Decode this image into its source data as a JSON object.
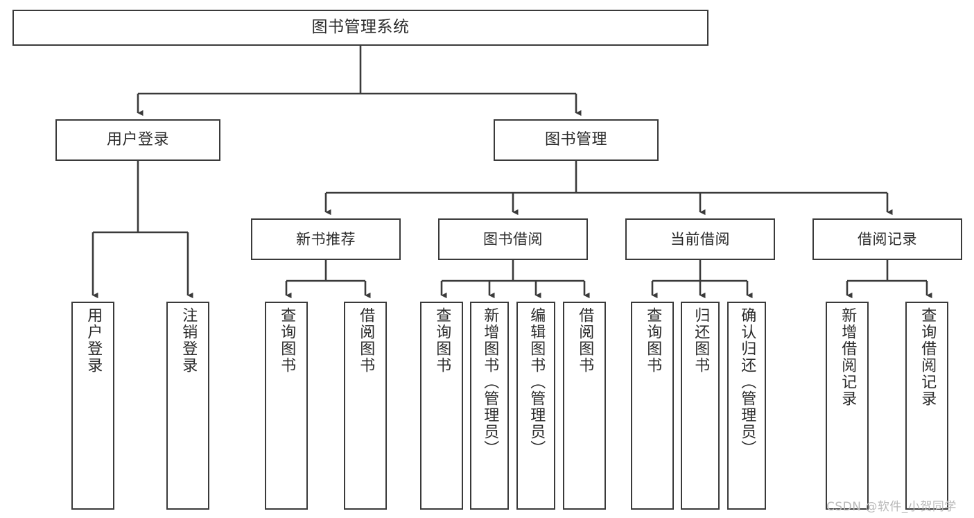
{
  "diagram": {
    "title": "图书管理系统",
    "type": "tree-hierarchy",
    "root": {
      "label": "图书管理系统"
    },
    "level1": [
      {
        "label": "用户登录"
      },
      {
        "label": "图书管理"
      }
    ],
    "level2": [
      {
        "label": "新书推荐"
      },
      {
        "label": "图书借阅"
      },
      {
        "label": "当前借阅"
      },
      {
        "label": "借阅记录"
      }
    ],
    "leaves": {
      "user_login": [
        {
          "label": "用户登录"
        },
        {
          "label": "注销登录"
        }
      ],
      "new_book_recommend": [
        {
          "label": "查询图书"
        },
        {
          "label": "借阅图书"
        }
      ],
      "book_borrow": [
        {
          "label": "查询图书"
        },
        {
          "label": "新增图书（管理员）"
        },
        {
          "label": "编辑图书（管理员）"
        },
        {
          "label": "借阅图书"
        }
      ],
      "current_borrow": [
        {
          "label": "查询图书"
        },
        {
          "label": "归还图书"
        },
        {
          "label": "确认归还（管理员）"
        }
      ],
      "borrow_record": [
        {
          "label": "新增借阅记录"
        },
        {
          "label": "查询借阅记录"
        }
      ]
    }
  },
  "watermark": {
    "text": "CSDN @软件_小贺同学"
  },
  "colors": {
    "stroke": "#3a3a3a",
    "text": "#2b2b2b",
    "background": "#ffffff",
    "watermark": "#b8b8b8"
  }
}
